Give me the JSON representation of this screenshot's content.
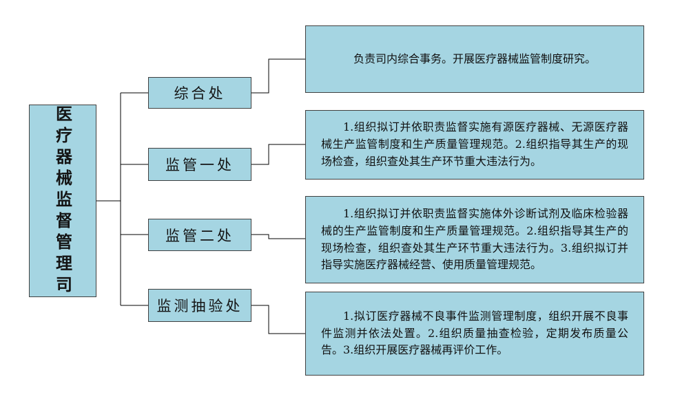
{
  "root": {
    "label": "医疗器械监督管理司"
  },
  "branches": [
    {
      "label": "综合处",
      "description": "负责司内综合事务。开展医疗器械监管制度研究。"
    },
    {
      "label": "监管一处",
      "description": "1.组织拟订并依职责监督实施有源医疗器械、无源医疗器械生产监管制度和生产质量管理规范。2.组织指导其生产的现场检查，组织查处其生产环节重大违法行为。"
    },
    {
      "label": "监管二处",
      "description": "1.组织拟订并依职责监督实施体外诊断试剂及临床检验器械的生产监管制度和生产质量管理规范。2.组织指导其生产的现场检查，组织查处其生产环节重大违法行为。3.组织拟订并指导实施医疗器械经营、使用质量管理规范。"
    },
    {
      "label": "监测抽验处",
      "description": "1.拟订医疗器械不良事件监测管理制度，组织开展不良事件监测并依法处置。2.组织质量抽查检验，定期发布质量公告。3.组织开展医疗器械再评价工作。"
    }
  ],
  "colors": {
    "box_fill": "#a5d5e2",
    "box_border": "#3f3f3f",
    "line": "#000000"
  }
}
